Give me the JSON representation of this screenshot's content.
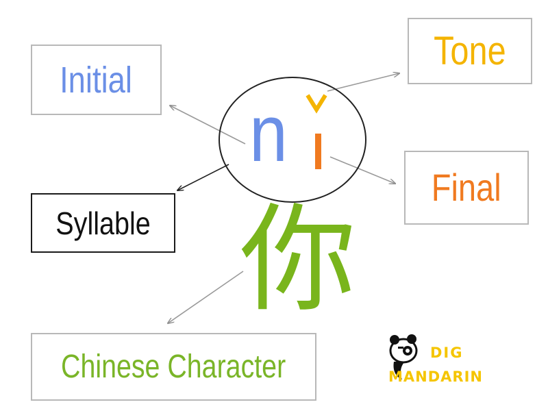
{
  "diagram": {
    "syllable_text": {
      "initial_letter": "n",
      "final_letter": "i",
      "tone_mark": "ˇ"
    },
    "character": "你",
    "labels": {
      "initial": "Initial",
      "tone": "Tone",
      "final": "Final",
      "syllable": "Syllable",
      "chinese_character": "Chinese Character"
    },
    "colors": {
      "initial": "#6b8fe6",
      "tone": "#f4b400",
      "final": "#f07a20",
      "syllable": "#111111",
      "character": "#7ab528",
      "arrow": "#9a9a9a"
    }
  },
  "logo": {
    "line1": "DIG",
    "line2": "MANDARIN",
    "icon": "panda-icon"
  }
}
